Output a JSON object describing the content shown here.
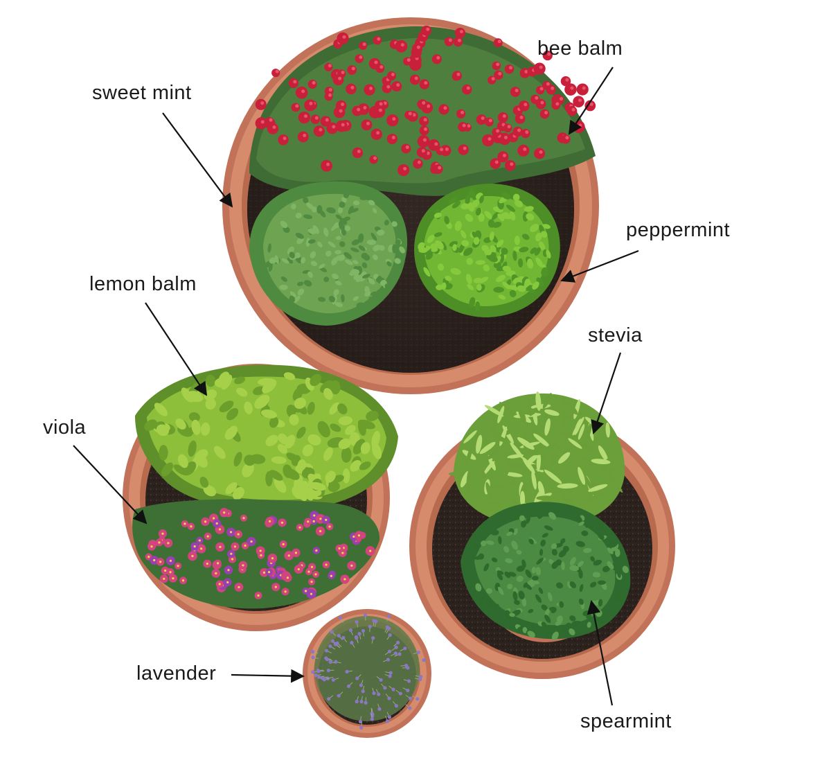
{
  "labels": {
    "bee_balm": "bee balm",
    "sweet_mint": "sweet mint",
    "peppermint": "peppermint",
    "lemon_balm": "lemon balm",
    "stevia": "stevia",
    "viola": "viola",
    "lavender": "lavender",
    "spearmint": "spearmint"
  },
  "colors": {
    "terracotta": "#c8775a",
    "terracotta_dark": "#a85a3f",
    "soil": "#2e2420",
    "bee_balm_flower": "#c8203a",
    "sweet_mint": "#5e9a4a",
    "peppermint": "#6eb534",
    "lemon_balm": "#8bbf3c",
    "viola_flower": "#d2447e",
    "stevia": "#9ccc5a",
    "spearmint": "#3f7d3a",
    "lavender_flower": "#8a78c4",
    "label_text": "#1a1a1a"
  }
}
